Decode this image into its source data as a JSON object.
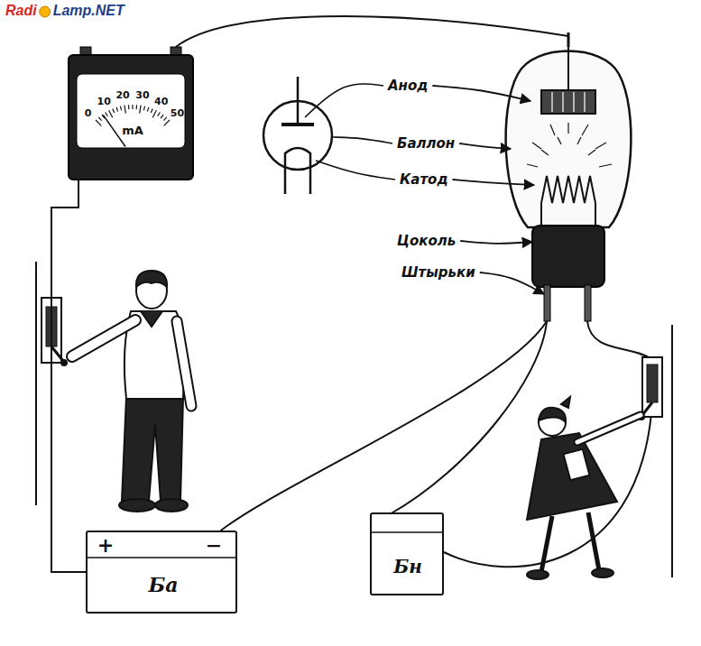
{
  "diagram": {
    "nodes": [
      {
        "text": [
          "0",
          "10",
          "20",
          "30",
          "40",
          "50",
          "mA"
        ]
      },
      {
        "text": [
          "+",
          "Ба",
          "−"
        ]
      },
      {
        "text": [
          "Бн"
        ]
      }
    ],
    "edges": [
      {
        "from": 0,
        "to": 1,
        "arrow": "none"
      }
    ],
    "labels": [
      "Radi",
      "Lamp.NET",
      "Анод",
      "Баллон",
      "Катод",
      "Цоколь",
      "Штырьки"
    ]
  }
}
